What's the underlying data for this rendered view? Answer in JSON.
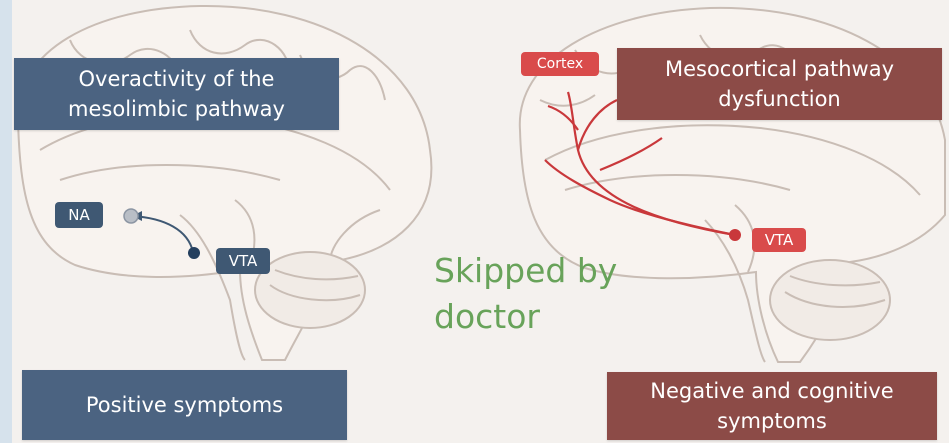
{
  "left_panel": {
    "top_box": "Overactivity of the\nmesolimbic pathway",
    "bottom_box": "Positive symptoms",
    "label_na": "NA",
    "label_vta": "VTA",
    "box_color": "#4b6381"
  },
  "right_panel": {
    "top_box": "Mesocortical pathway\ndysfunction",
    "bottom_box": "Negative and cognitive\nsymptoms",
    "label_cortex": "Cortex",
    "label_vta": "VTA",
    "box_color": "#8c4b47",
    "pathway_color": "#c9383b"
  },
  "annotation": {
    "text": "Skipped by\ndoctor",
    "color": "#68a35a"
  }
}
